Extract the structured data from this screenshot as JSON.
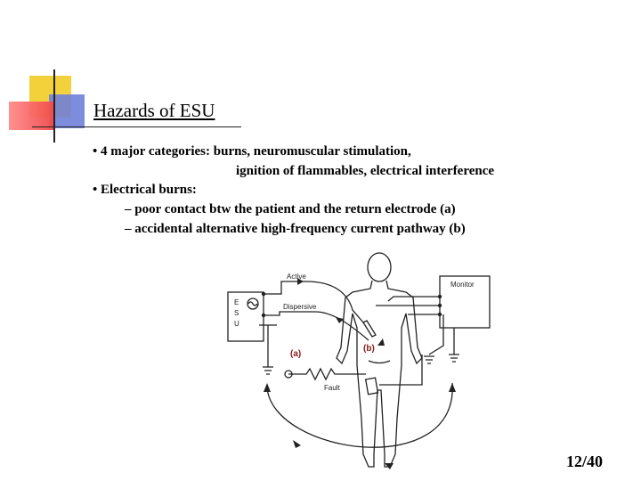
{
  "slide": {
    "title": "Hazards of ESU",
    "bullets": [
      "• 4 major categories: burns, neuromuscular stimulation,",
      "ignition of flammables, electrical interference",
      "• Electrical burns:"
    ],
    "sub_bullets": [
      "– poor contact btw the patient and the return electrode (a)",
      "– accidental alternative high-frequency current pathway (b)"
    ],
    "page_number": "12/40"
  },
  "figure": {
    "esu_label": [
      "E",
      "S",
      "U"
    ],
    "active_label": "Active",
    "dispersive_label": "Dispersive",
    "monitor_label": "Monitor",
    "fault_label": "Fault",
    "marker_a": "(a)",
    "marker_b": "(b)",
    "colors": {
      "marker": "#8b1a1a",
      "line": "#222222"
    }
  }
}
